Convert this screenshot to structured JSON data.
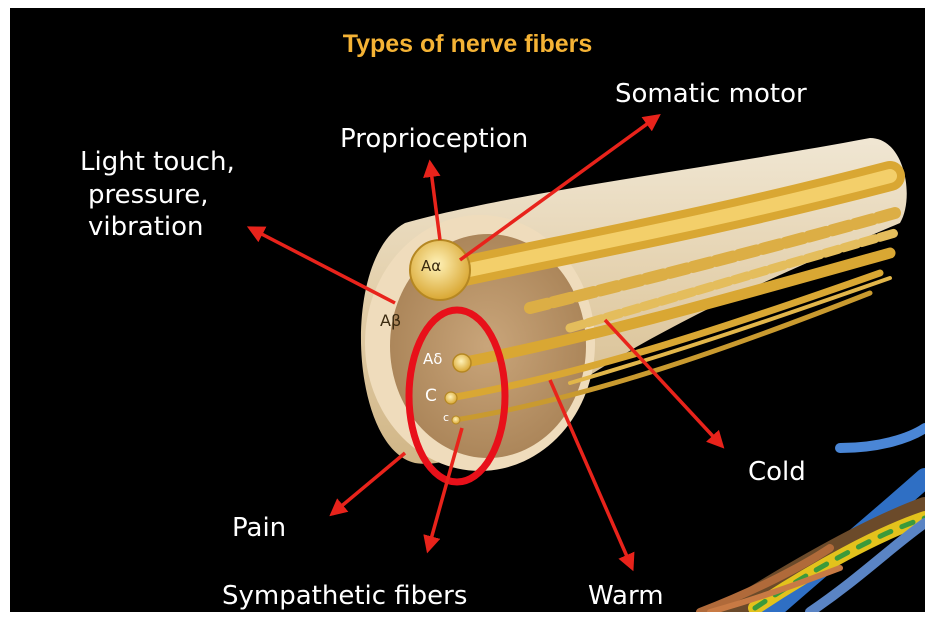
{
  "title": "Types of nerve fibers",
  "labels": {
    "somatic_motor": "Somatic motor",
    "proprioception": "Proprioception",
    "light_touch_line1": "Light touch,",
    "light_touch_line2": "pressure,",
    "light_touch_line3": "vibration",
    "cold": "Cold",
    "pain": "Pain",
    "sympathetic": "Sympathetic fibers",
    "warm": "Warm"
  },
  "fiber_types": {
    "a_alpha": "Aα",
    "a_beta": "Aβ",
    "a_delta": "Aδ",
    "c_large": "C",
    "c_small": "c"
  },
  "colors": {
    "background": "#000000",
    "title": "#f5b335",
    "label_text": "#ffffff",
    "arrow": "#e8231b",
    "highlight_ellipse": "#e8101a",
    "nerve_sheath": "#f1e2c6",
    "fiber_gold": "#e2b64a"
  }
}
